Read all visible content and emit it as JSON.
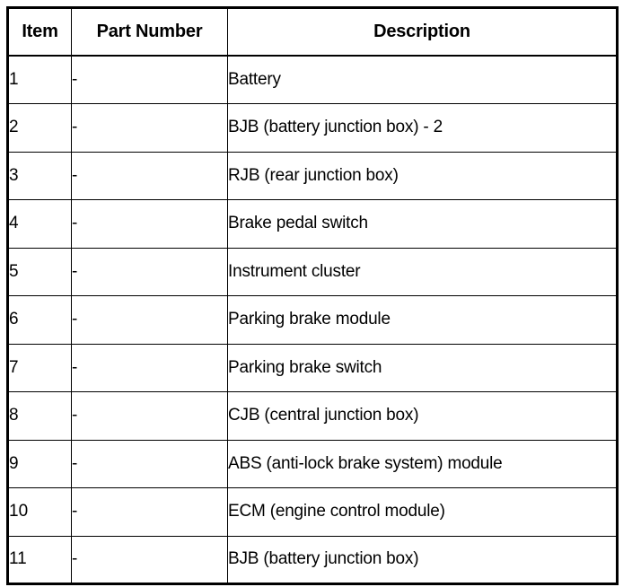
{
  "document": {
    "type": "parts-legend-table",
    "background_color": "#ffffff",
    "text_color": "#000000",
    "border_color": "#000000"
  },
  "table": {
    "columns": [
      {
        "key": "item",
        "header": "Item",
        "align": "center"
      },
      {
        "key": "part_number",
        "header": "Part Number",
        "align": "center"
      },
      {
        "key": "description",
        "header": "Description",
        "align": "center"
      }
    ],
    "rows": [
      {
        "item": "1",
        "part_number": "-",
        "description": "Battery"
      },
      {
        "item": "2",
        "part_number": "-",
        "description": "BJB (battery junction box) - 2"
      },
      {
        "item": "3",
        "part_number": "-",
        "description": "RJB (rear junction box)"
      },
      {
        "item": "4",
        "part_number": "-",
        "description": "Brake pedal switch"
      },
      {
        "item": "5",
        "part_number": "-",
        "description": "Instrument cluster"
      },
      {
        "item": "6",
        "part_number": "-",
        "description": "Parking brake module"
      },
      {
        "item": "7",
        "part_number": "-",
        "description": "Parking brake switch"
      },
      {
        "item": "8",
        "part_number": "-",
        "description": "CJB (central junction box)"
      },
      {
        "item": "9",
        "part_number": "-",
        "description": "ABS (anti-lock brake system) module"
      },
      {
        "item": "10",
        "part_number": "-",
        "description": "ECM (engine control module)"
      },
      {
        "item": "11",
        "part_number": "-",
        "description": "BJB (battery junction box)"
      }
    ]
  }
}
